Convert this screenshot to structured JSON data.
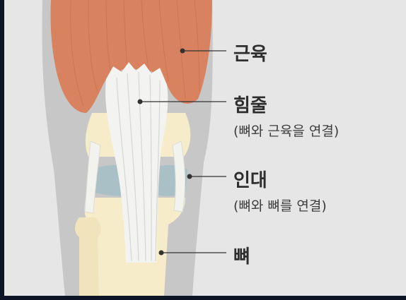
{
  "labels": {
    "muscle": "근육",
    "tendon": "힘줄",
    "tendon_desc": "(뼈와 근육을 연결)",
    "ligament": "인대",
    "ligament_desc": "(뼈와 뼈를 연결)",
    "bone": "뼈"
  },
  "colors": {
    "page_background": "#e6e6e6",
    "outer_frame": "#0c1426",
    "skin_outline": "#c7c7c7",
    "muscle": "#d9825f",
    "tendon": "#f3f3f1",
    "ligament": "#f2f2ee",
    "bone": "#f6ecc9",
    "cartilage": "#a9c0c6",
    "leader_line": "#333333"
  }
}
